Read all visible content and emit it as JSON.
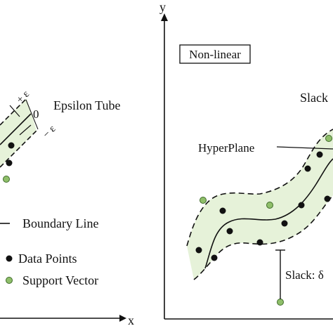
{
  "left_panel": {
    "axis_x_label": "x",
    "epsilon_plus": "+ ε",
    "epsilon_zero": "0",
    "epsilon_minus": "− ε",
    "epsilon_tube_label": "Epsilon Tube",
    "legend": {
      "boundary_line": "Boundary Line",
      "data_points": "Data Points",
      "support_vector": "Support Vector"
    }
  },
  "right_panel": {
    "axis_y_label": "y",
    "title_box": "Non-linear",
    "slack_top": "Slack",
    "hyperplane_label": "HyperPlane",
    "slack_bottom": "Slack: δ"
  },
  "colors": {
    "tube_fill": "#e6f2d9",
    "data_point": "#111111",
    "support_vector": "#8fbf6a",
    "support_vector_stroke": "#3f6b2a",
    "line": "#111111"
  }
}
